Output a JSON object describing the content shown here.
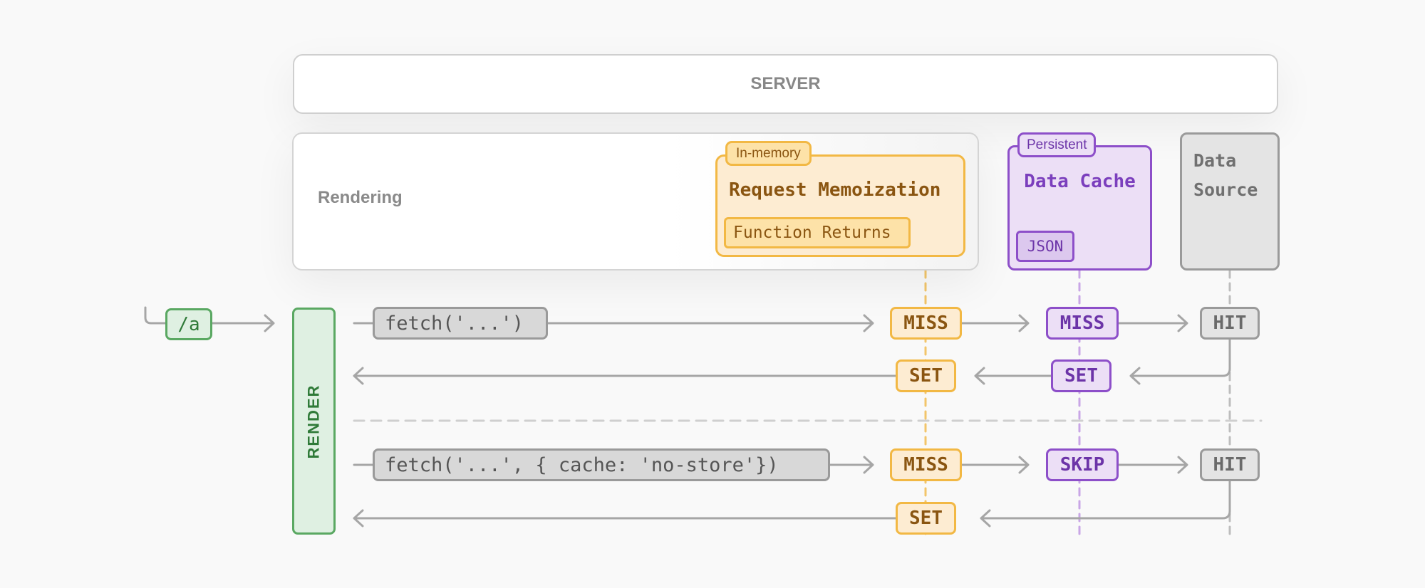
{
  "server": {
    "label": "SERVER"
  },
  "rendering": {
    "label": "Rendering"
  },
  "request_memoization": {
    "tag": "In-memory",
    "title": "Request Memoization",
    "content": "Function Returns"
  },
  "data_cache": {
    "tag": "Persistent",
    "title": "Data Cache",
    "content": "JSON"
  },
  "data_source": {
    "line1": "Data",
    "line2": "Source"
  },
  "route": "/a",
  "render_column": "RENDER",
  "flow1": {
    "fetch": "fetch('...')",
    "memo_lookup": "MISS",
    "cache_lookup": "MISS",
    "source_lookup": "HIT",
    "memo_return": "SET",
    "cache_return": "SET"
  },
  "flow2": {
    "fetch": "fetch('...', { cache: 'no-store'})",
    "memo_lookup": "MISS",
    "cache_lookup": "SKIP",
    "source_lookup": "HIT",
    "memo_return": "SET"
  },
  "colors": {
    "memo_accent": "#f2b844",
    "cache_accent": "#8d4fc9",
    "source_accent": "#9a9a9a",
    "render_accent": "#5aa862",
    "arrow": "#a6a6a6"
  }
}
